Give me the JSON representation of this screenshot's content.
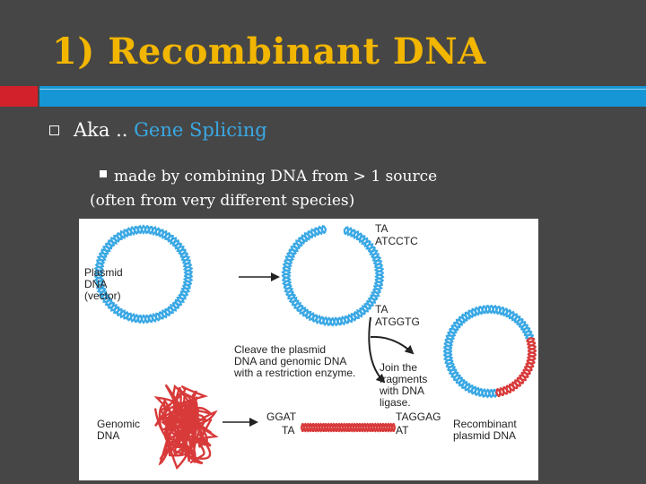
{
  "slide": {
    "title": "1) Recombinant DNA",
    "bullet1_prefix": "Aka .. ",
    "bullet1_accent": "Gene Splicing",
    "bullet2_line1": "made by combining DNA from > 1 source",
    "bullet2_line2": "(often from very different species)"
  },
  "figure": {
    "labels": {
      "plasmid_1": "Plasmid",
      "plasmid_2": "DNA",
      "plasmid_3": "(vector)",
      "genomic_1": "Genomic",
      "genomic_2": "DNA",
      "ta_top": "TA",
      "atcctc": "ATCCTC",
      "ta_mid": "TA",
      "atggtg": "ATGGTG",
      "cleave_1": "Cleave the plasmid",
      "cleave_2": "DNA and genomic DNA",
      "cleave_3": "with a restriction enzyme.",
      "join_1": "Join the",
      "join_2": "fragments",
      "join_3": "with DNA",
      "join_4": "ligase.",
      "ggat": "GGAT",
      "ta_low": "TA",
      "taggag": "TAGGAG",
      "at": "AT",
      "recomb_1": "Recombinant",
      "recomb_2": "plasmid DNA"
    }
  },
  "colors": {
    "background": "#464646",
    "title": "#f2b600",
    "accent_blue": "#1696d4",
    "accent_red": "#d2212b",
    "dna_blue": "#3aa8e4",
    "dna_red": "#d83a3a"
  }
}
